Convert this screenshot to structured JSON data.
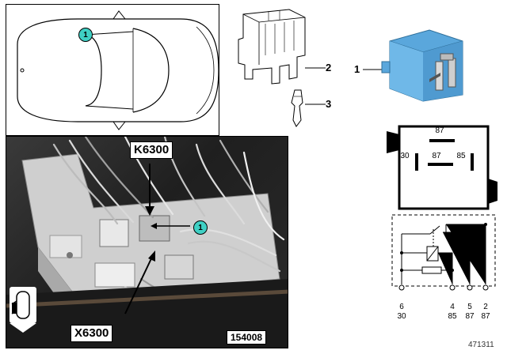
{
  "car_view": {
    "badge": "1"
  },
  "photo": {
    "label_top": "K6300",
    "label_bottom": "X6300",
    "badge": "1",
    "photo_id": "154008"
  },
  "parts": {
    "relay": "1",
    "socket": "2",
    "terminal": "3"
  },
  "relay_face": {
    "top": "87",
    "left": "30",
    "middle": "87",
    "right": "85"
  },
  "schematic": {
    "pins": [
      {
        "num": "6",
        "term": "30"
      },
      {
        "num": "4",
        "term": "85"
      },
      {
        "num": "5",
        "term": "87"
      },
      {
        "num": "2",
        "term": "87"
      }
    ]
  },
  "diagram_id": "471311",
  "colors": {
    "relay_blue": "#5aa7dc",
    "badge_teal": "#3fd0c4"
  }
}
